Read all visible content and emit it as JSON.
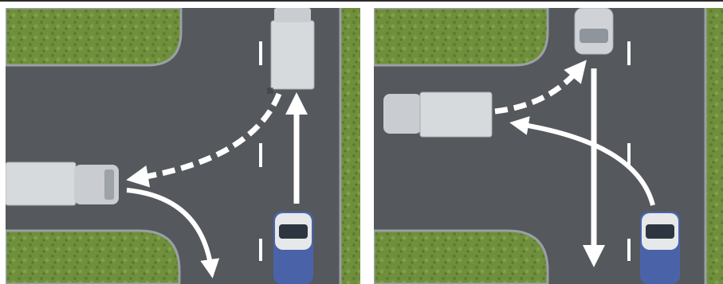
{
  "scenes": [
    {
      "id": "left",
      "vehicles": [
        {
          "kind": "box-truck",
          "role": "oncoming-vehicle",
          "heading": "south",
          "color": "#d7dadd"
        },
        {
          "kind": "box-truck",
          "role": "waiting-vehicle-side-road",
          "heading": "east",
          "color": "#d7dadd"
        },
        {
          "kind": "pickup-truck",
          "role": "own-vehicle",
          "heading": "north",
          "color": "#4a63a8"
        }
      ],
      "arrows": [
        {
          "role": "straight-path-own",
          "style": "solid"
        },
        {
          "role": "left-turn-oncoming",
          "style": "dashed"
        },
        {
          "role": "right-turn-side-vehicle",
          "style": "solid"
        }
      ]
    },
    {
      "id": "right",
      "vehicles": [
        {
          "kind": "van",
          "role": "oncoming-vehicle",
          "heading": "south",
          "color": "#cfd3d8"
        },
        {
          "kind": "box-truck",
          "role": "waiting-vehicle-side-road",
          "heading": "east",
          "color": "#d7dadd"
        },
        {
          "kind": "pickup-truck",
          "role": "own-vehicle",
          "heading": "north",
          "color": "#4a63a8"
        }
      ],
      "arrows": [
        {
          "role": "straight-path-oncoming",
          "style": "solid"
        },
        {
          "role": "left-turn-own",
          "style": "solid"
        },
        {
          "role": "left-turn-side-vehicle",
          "style": "dashed"
        }
      ]
    }
  ],
  "colors": {
    "asphalt": "#55585c",
    "grass": "#6f8f3c",
    "curb": "#9aa0a3",
    "lane_mark": "#ffffff",
    "arrow": "#ffffff",
    "own_vehicle": "#4a63a8"
  }
}
